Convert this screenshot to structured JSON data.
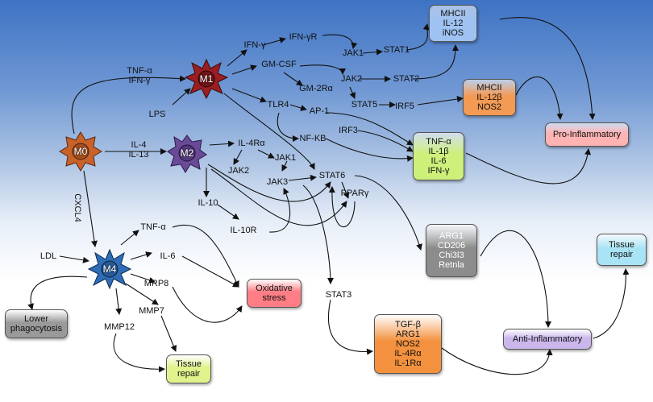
{
  "cells": {
    "m0": {
      "label": "M0",
      "color": "#c8612a"
    },
    "m1": {
      "label": "M1",
      "color": "#9b1e22"
    },
    "m2": {
      "label": "M2",
      "color": "#6a4a97"
    },
    "m4": {
      "label": "M4",
      "color": "#2f6db6"
    }
  },
  "labels": {
    "tnfa_ifng": "TNF-α\nIFN-γ",
    "lps": "LPS",
    "il4_il13": "IL-4\nIL-13",
    "cxcl4": "CXCL4",
    "ldl": "LDL",
    "ifng": "IFN-γ",
    "ifngr": "IFN-γR",
    "gmcsf": "GM-CSF",
    "gm2ra": "GM-2Rα",
    "jak1_top": "JAK1",
    "jak2_top": "JAK2",
    "stat1": "STAT1",
    "stat2": "STAT2",
    "stat5": "STAT5",
    "irf5": "IRF5",
    "tlr4": "TLR4",
    "ap1": "AP-1",
    "irf3": "IRF3",
    "nfkb": "NF-KB",
    "il4ra": "IL-4Rα",
    "jak1_mid": "JAK1",
    "jak2_mid": "JAK2",
    "jak3": "JAK3",
    "stat6": "STAT6",
    "ppary": "PPARγ",
    "il10": "IL-10",
    "il10r": "IL-10R",
    "stat3": "STAT3",
    "tnfa_m4": "TNF-α",
    "il6_m4": "IL-6",
    "mrp8": "MRP8",
    "mmp7": "MMP7",
    "mmp12": "MMP12"
  },
  "boxes": {
    "mhcii_il12_inos": {
      "text": "MHCII\nIL-12\niNOS",
      "color": "#9ec2f2"
    },
    "mhcii_il12b_nos2": {
      "text": "MHCII\nIL-12β\nNOS2",
      "color": "#f39a55"
    },
    "pro_inflammatory": {
      "text": "Pro-Inflammatory",
      "color": "#ffb3b3"
    },
    "tnf_il1_il6_ifn": {
      "text": "TNF-α\nIL-1β\nIL-6\nIFN-γ",
      "color": "#ccf07a"
    },
    "arg1_cd206": {
      "text": "ARG1\nCD206\nChi3l3\nRetnla",
      "color": "#8c8c8c"
    },
    "tissue_repair_right": {
      "text": "Tissue\nrepair",
      "color": "#a8e4f5"
    },
    "oxidative_stress": {
      "text": "Oxidative\nstress",
      "color": "#ff7e86"
    },
    "lower_phagocytosis": {
      "text": "Lower\nphagocytosis",
      "color": "#9a9a9a"
    },
    "tgf_arg1": {
      "text": "TGF-β\nARG1\nNOS2\nIL-4Rα\nIL-1Rα",
      "color": "#f3913e"
    },
    "anti_inflammatory": {
      "text": "Anti-Inflammatory",
      "color": "#cbb7ec"
    },
    "tissue_repair_bottom": {
      "text": "Tissue\nrepair",
      "color": "#dff28c"
    }
  }
}
